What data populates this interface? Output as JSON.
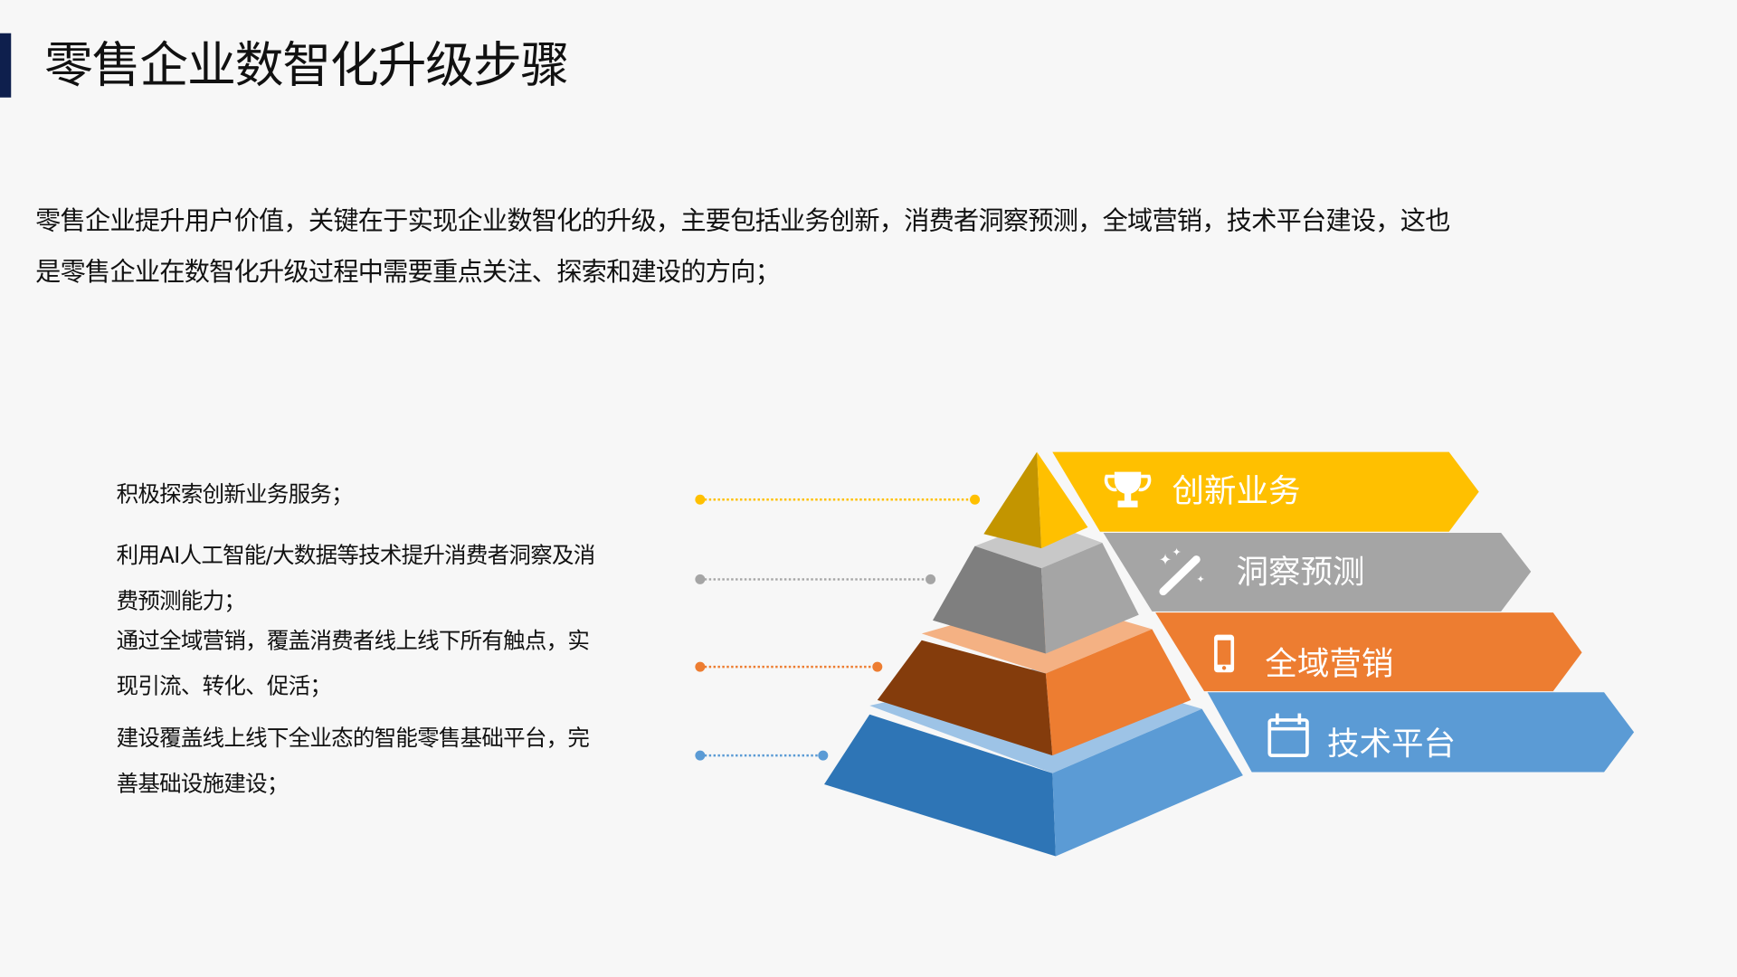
{
  "title": "零售企业数智化升级步骤",
  "intro": {
    "line1": "零售企业提升用户价值，关键在于实现企业数智化的升级，主要包括业务创新，消费者洞察预测，全域营销，技术平台建设，这也",
    "line2": "是零售企业在数智化升级过程中需要重点关注、探索和建设的方向；"
  },
  "items": [
    {
      "lines": [
        "积极探索创新业务服务；"
      ],
      "color": "#FFC000"
    },
    {
      "lines": [
        "利用AI人工智能/大数据等技术提升消费者洞察及消",
        "费预测能力；"
      ],
      "color": "#A5A5A5"
    },
    {
      "lines": [
        "通过全域营销，覆盖消费者线上线下所有触点，实",
        "现引流、转化、促活；"
      ],
      "color": "#ED7D31"
    },
    {
      "lines": [
        "建设覆盖线上线下全业态的智能零售基础平台，完",
        "善基础设施建设；"
      ],
      "color": "#5B9BD5"
    }
  ],
  "tiers": [
    {
      "label": "创新业务",
      "icon": "trophy-icon",
      "color": "#FFC000"
    },
    {
      "label": "洞察预测",
      "icon": "magic-wand-icon",
      "color": "#A5A5A5"
    },
    {
      "label": "全域营销",
      "icon": "mobile-phone-icon",
      "color": "#ED7D31"
    },
    {
      "label": "技术平台",
      "icon": "calendar-icon",
      "color": "#5B9BD5"
    }
  ]
}
